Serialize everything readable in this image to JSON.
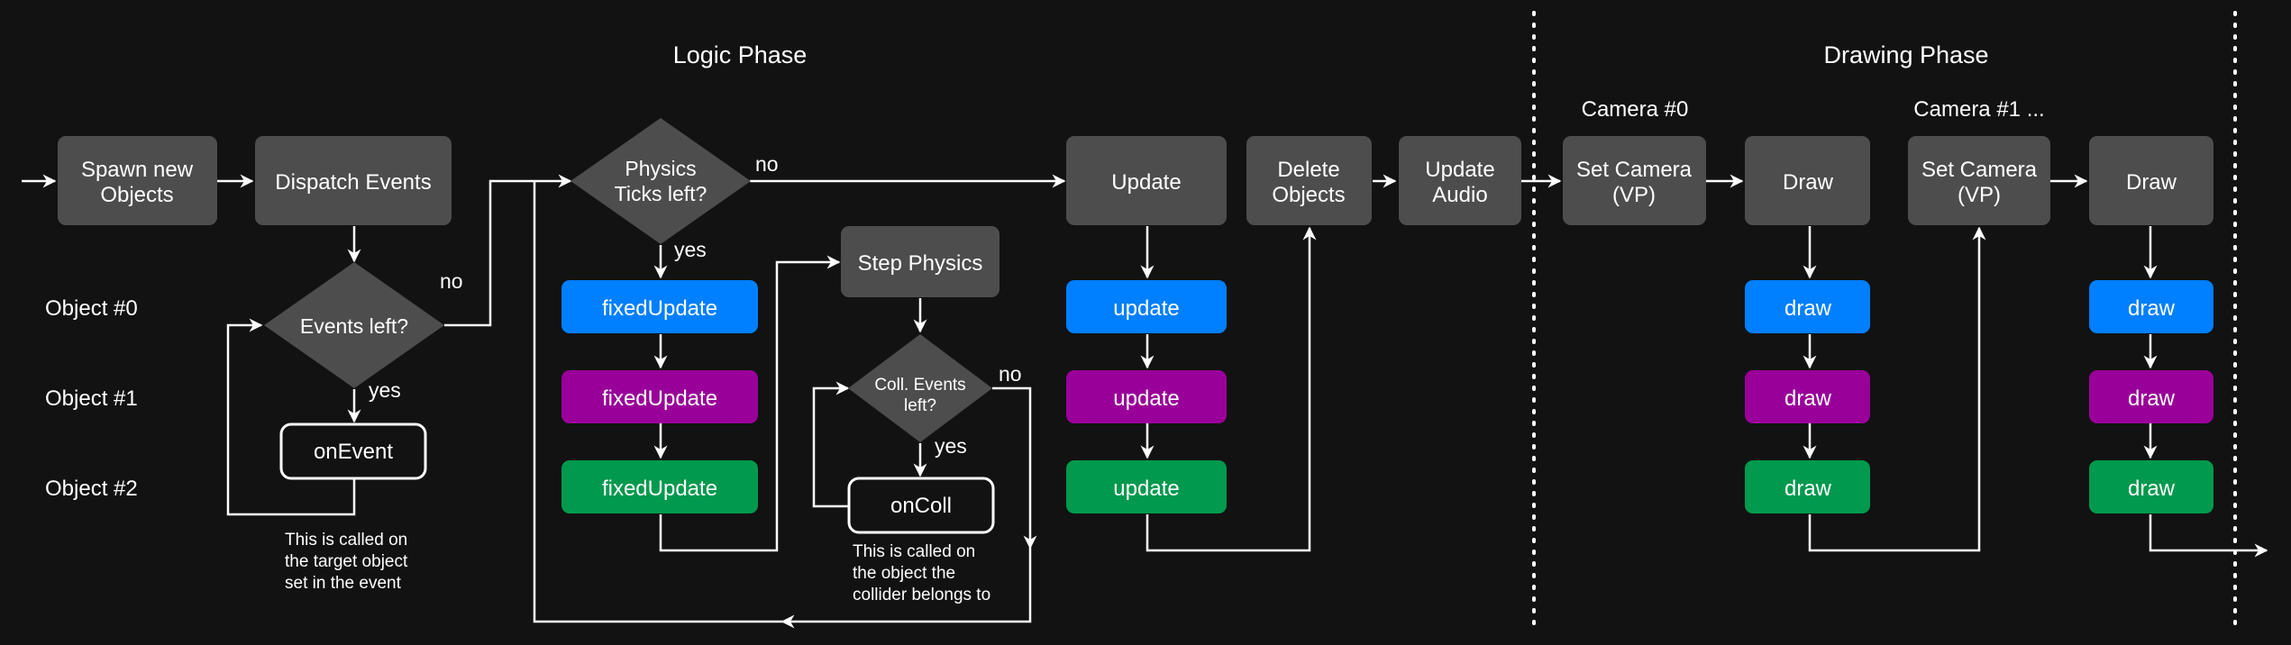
{
  "phases": {
    "logic": "Logic Phase",
    "drawing": "Drawing Phase"
  },
  "rows": {
    "object0": "Object #0",
    "object1": "Object #1",
    "object2": "Object #2"
  },
  "cameras": {
    "camera0": "Camera #0",
    "camera1": "Camera #1 ..."
  },
  "nodes": {
    "spawn": [
      "Spawn new",
      "Objects"
    ],
    "dispatch": "Dispatch Events",
    "events_left": "Events left?",
    "on_event": "onEvent",
    "physics_ticks": [
      "Physics",
      "Ticks left?"
    ],
    "fixed_update": "fixedUpdate",
    "step_physics": "Step Physics",
    "coll_events": [
      "Coll. Events",
      "left?"
    ],
    "on_coll": "onColl",
    "update": "Update",
    "update_small": "update",
    "delete": [
      "Delete",
      "Objects"
    ],
    "update_audio": [
      "Update",
      "Audio"
    ],
    "set_camera": [
      "Set Camera",
      "(VP)"
    ],
    "draw": "Draw",
    "draw_small": "draw"
  },
  "edge_labels": {
    "yes": "yes",
    "no": "no"
  },
  "notes": {
    "on_event": [
      "This is called on",
      "the target object",
      "set in the event"
    ],
    "on_coll": [
      "This is called on",
      "the object the",
      "collider belongs to"
    ]
  },
  "colors": {
    "background": "#121212",
    "grey_box": "#4d4d4d",
    "blue": "#007fff",
    "purple": "#990099",
    "green": "#00994d",
    "white": "#ffffff"
  }
}
